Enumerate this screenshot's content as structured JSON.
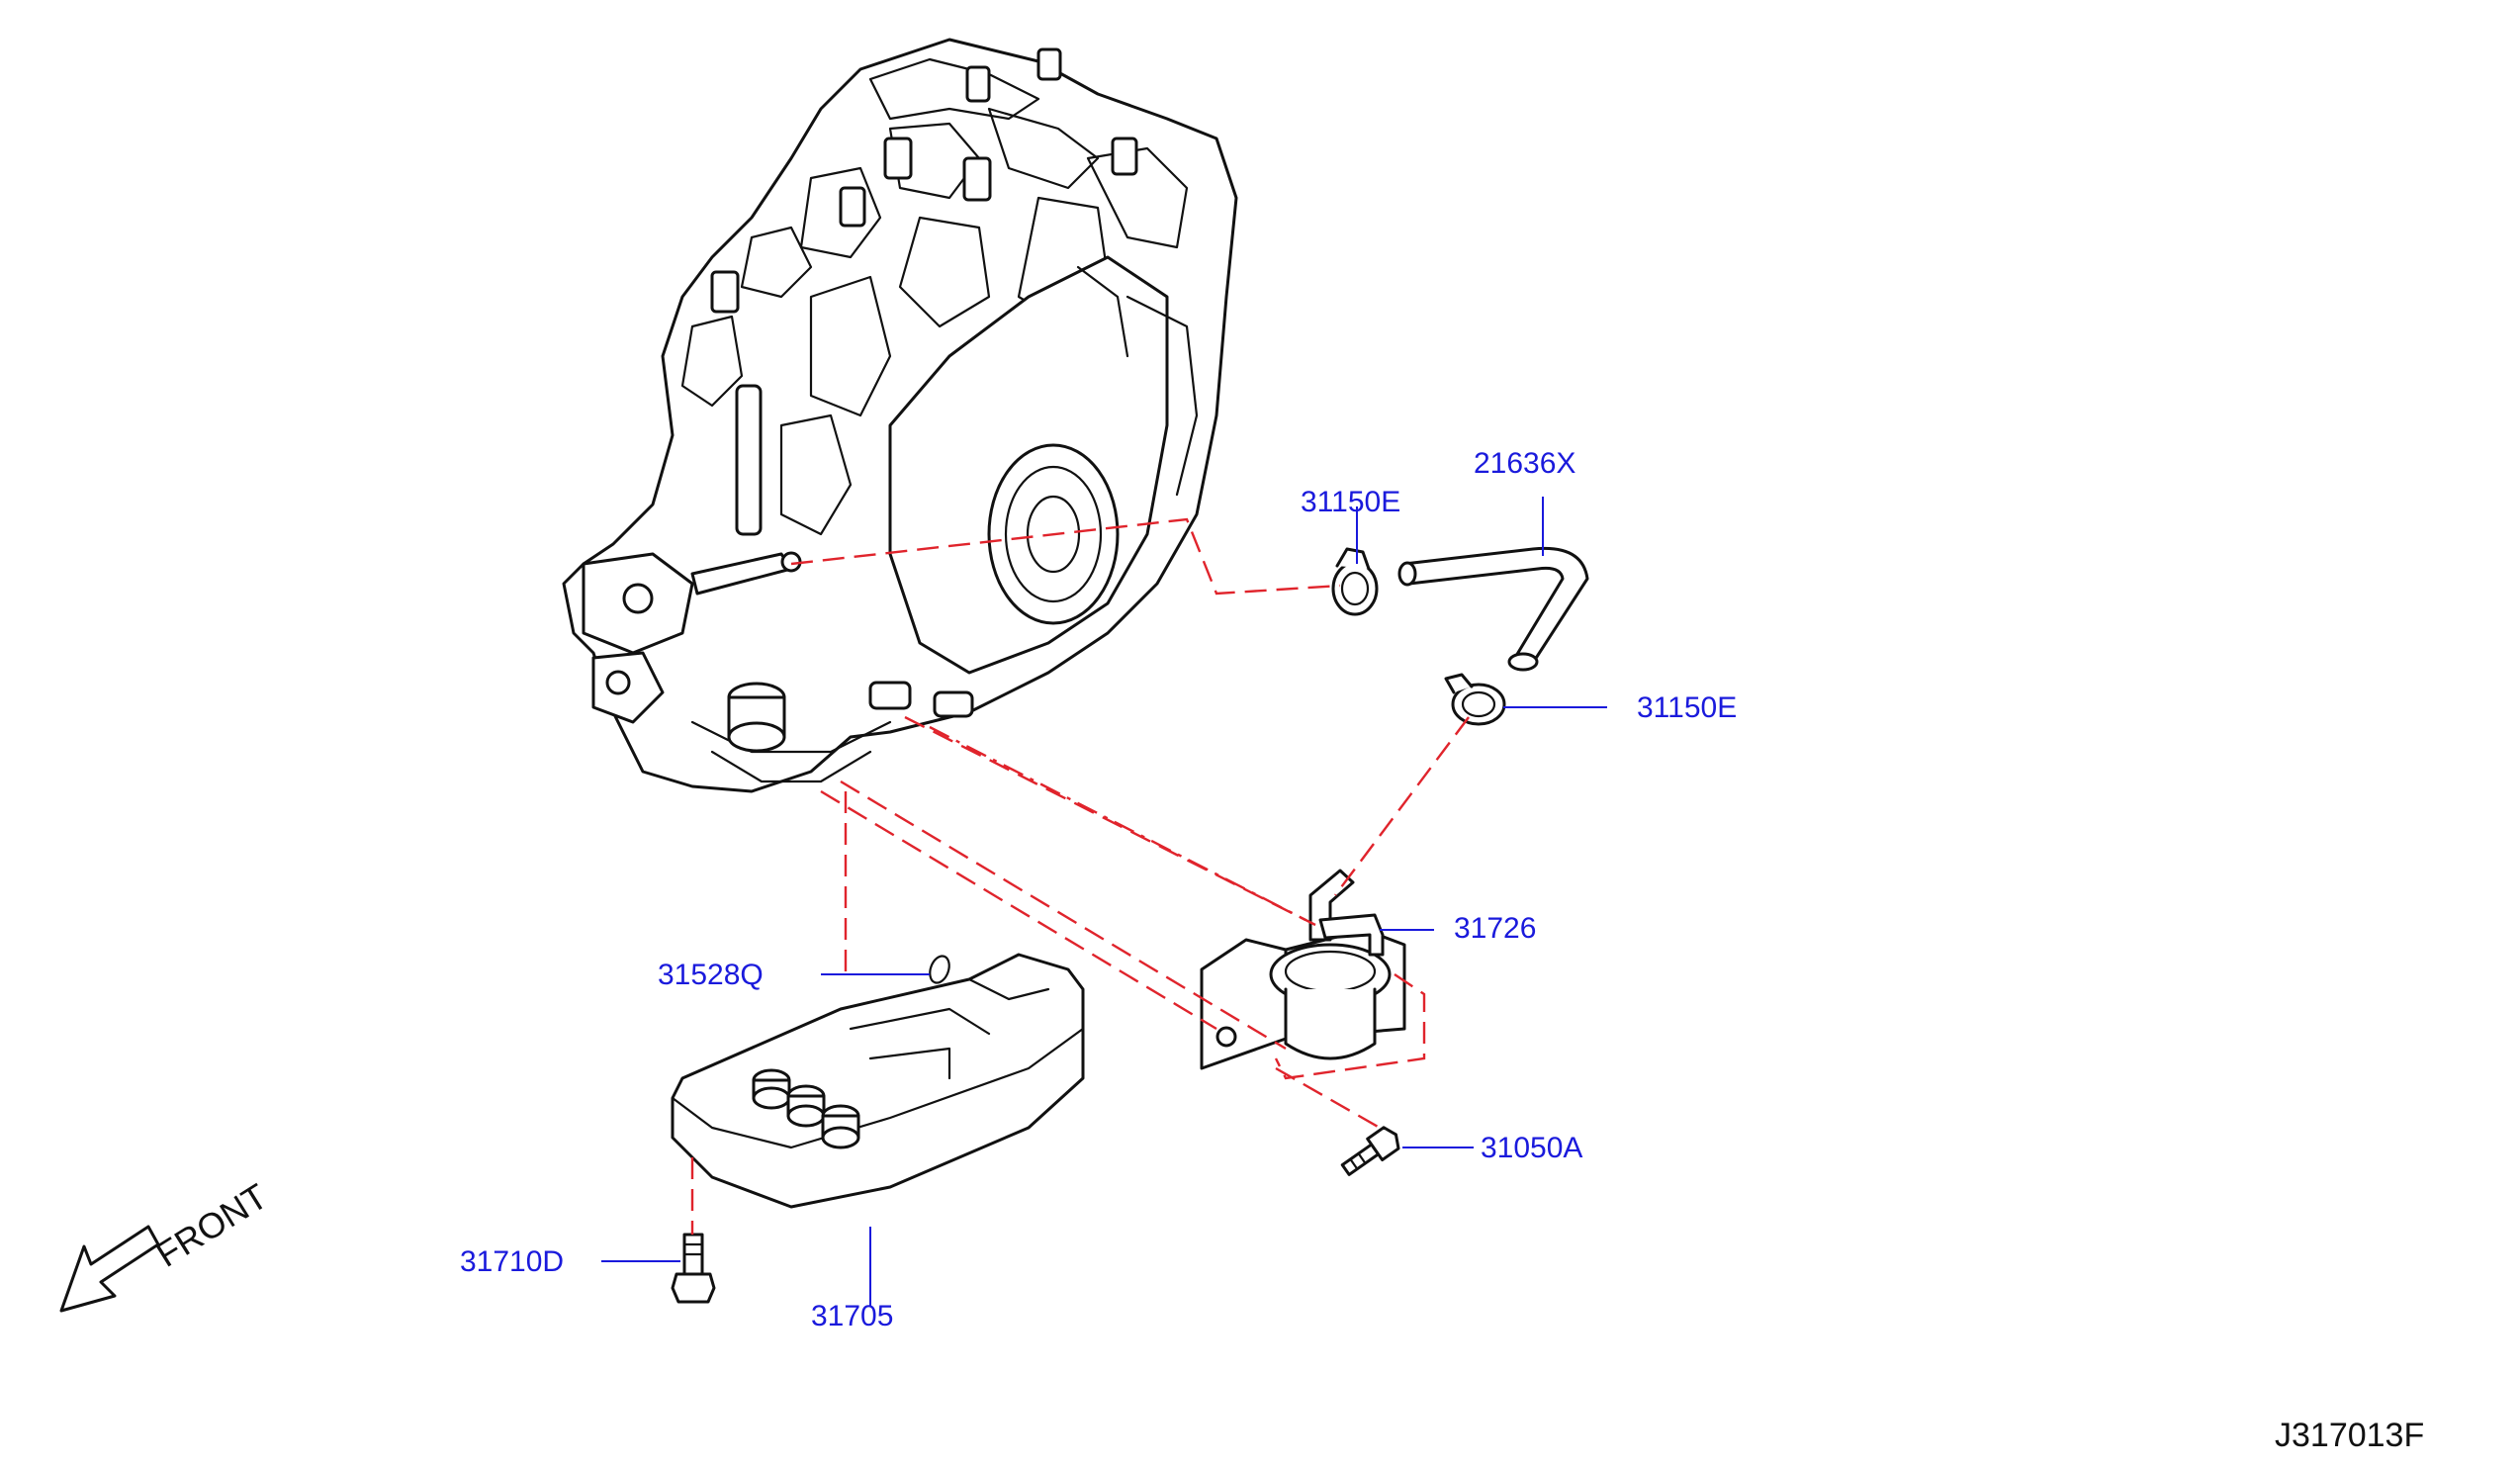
{
  "diagram": {
    "part_labels": {
      "p21636x": "21636X",
      "p31150e_top": "31150E",
      "p31150e_right": "31150E",
      "p31726": "31726",
      "p31528q": "31528Q",
      "p31050a": "31050A",
      "p31710d": "31710D",
      "p31705": "31705"
    },
    "orientation_label": "FRONT",
    "diagram_code": "J317013F",
    "colors": {
      "label_text": "#1a1adc",
      "leader_line": "#1a1adc",
      "dashed_guide": "#e0242c",
      "line_art": "#111111"
    }
  }
}
